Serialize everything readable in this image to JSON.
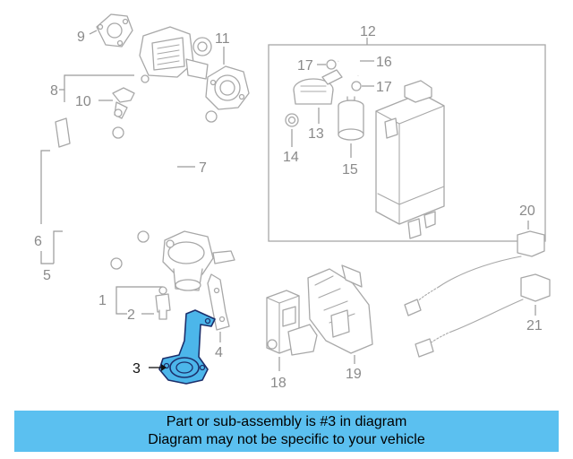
{
  "callouts": [
    "1",
    "2",
    "3",
    "4",
    "5",
    "6",
    "7",
    "8",
    "9",
    "10",
    "11",
    "12",
    "13",
    "14",
    "15",
    "16",
    "17",
    "17",
    "18",
    "19",
    "20",
    "21"
  ],
  "banner": {
    "line1": "Part or sub-assembly is #3 in diagram",
    "line2": "Diagram may not be specific to your vehicle",
    "background": "#5bc0f0"
  },
  "colors": {
    "highlight": "#4cb6ea",
    "outline": "#1c2f6b",
    "linework": "#a8a8a8"
  }
}
